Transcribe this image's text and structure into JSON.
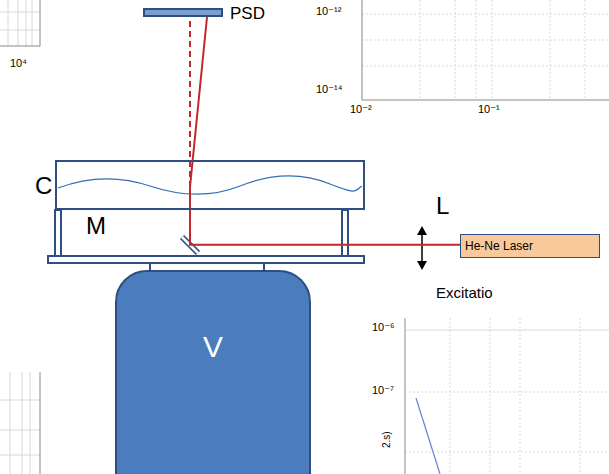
{
  "diagram": {
    "nodes": [
      {
        "text": [
          "PSD"
        ]
      },
      {
        "text": [
          "C"
        ]
      },
      {
        "text": [
          "He-Ne Laser"
        ]
      },
      {
        "text": [
          "V"
        ]
      }
    ],
    "edges": [
      {
        "from": 2,
        "to": 0,
        "arrow": "none"
      }
    ],
    "labels": [
      "10⁴",
      "10⁻¹²",
      "10⁻¹⁴",
      "10⁻²",
      "10⁻¹",
      "M",
      "L",
      "Excitatio",
      "10⁻⁶",
      "10⁻⁷",
      "2.s)"
    ]
  }
}
